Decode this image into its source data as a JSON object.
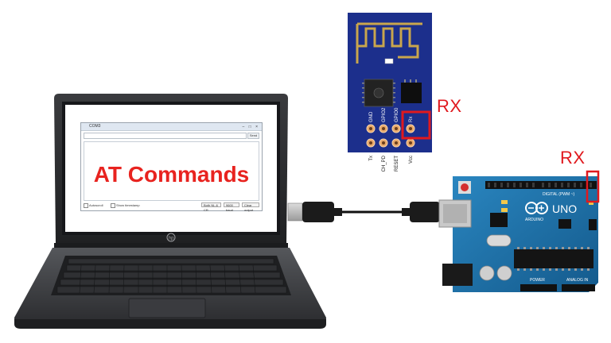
{
  "screen_title": "AT Commands",
  "module_label": "RX",
  "arduino_label": "RX",
  "esp_pins_top": [
    "GND",
    "GPIO2",
    "GPIO0",
    "Rx"
  ],
  "esp_pins_bottom": [
    "Tx",
    "CH_PD",
    "RESET",
    "Vcc"
  ],
  "arduino_brand": "ARDUINO",
  "arduino_model": "UNO",
  "arduino_header_text": "DIGITAL (PWM ~)",
  "arduino_power_text": "POWER",
  "arduino_analog_text": "ANALOG IN",
  "serial_window": {
    "title": "COM3",
    "send_label": "Send",
    "autoscroll_label": "Autoscroll",
    "timestamp_label": "Show timestamp",
    "line_ending": "Both NL & CR",
    "baud": "9600 baud",
    "clear_label": "Clear output"
  },
  "colors": {
    "highlight": "#e0191e",
    "esp_board": "#1c2f8c",
    "arduino_board": "#1d6fa5",
    "laptop_body": "#2b2c2f"
  }
}
